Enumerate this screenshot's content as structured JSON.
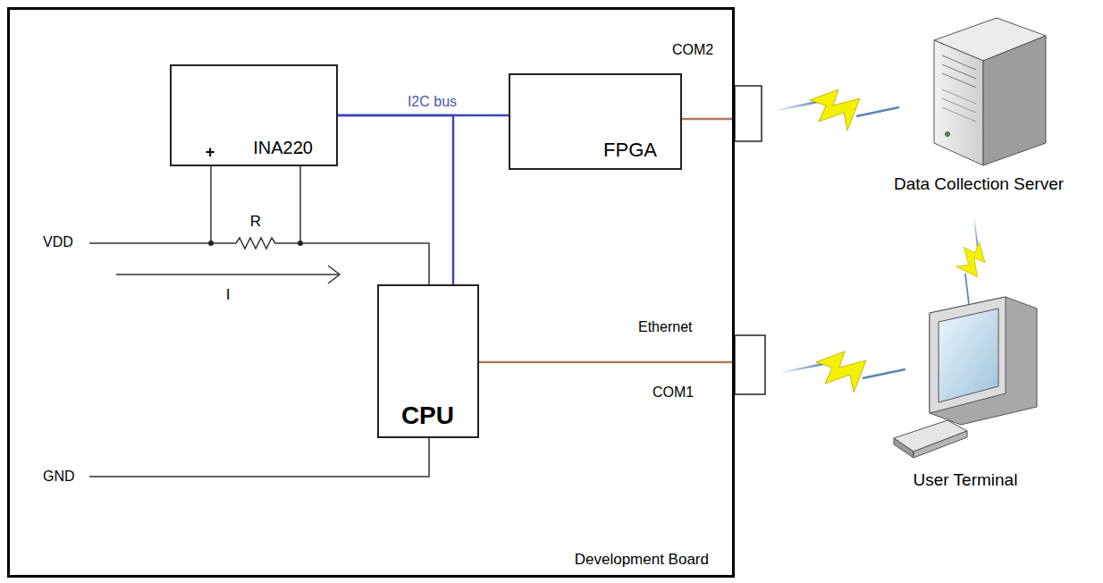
{
  "diagram": {
    "nodes": [
      {
        "text": [
          "Development Board"
        ]
      },
      {
        "text": [
          "INA220"
        ],
        "in": 0
      },
      {
        "text": [
          "FPGA"
        ],
        "in": 0
      },
      {
        "text": [
          "CPU"
        ],
        "in": 0
      }
    ],
    "edges": [
      {
        "from": 1,
        "to": 2,
        "arrow": "none",
        "label": "I2C bus"
      },
      {
        "from": 1,
        "to": 3,
        "arrow": "none"
      }
    ],
    "labels": [
      "COM2",
      "+",
      "-",
      "R",
      "VDD",
      "I",
      "Ethernet",
      "COM1",
      "GND",
      "Data Collection Server",
      "User Terminal"
    ]
  }
}
